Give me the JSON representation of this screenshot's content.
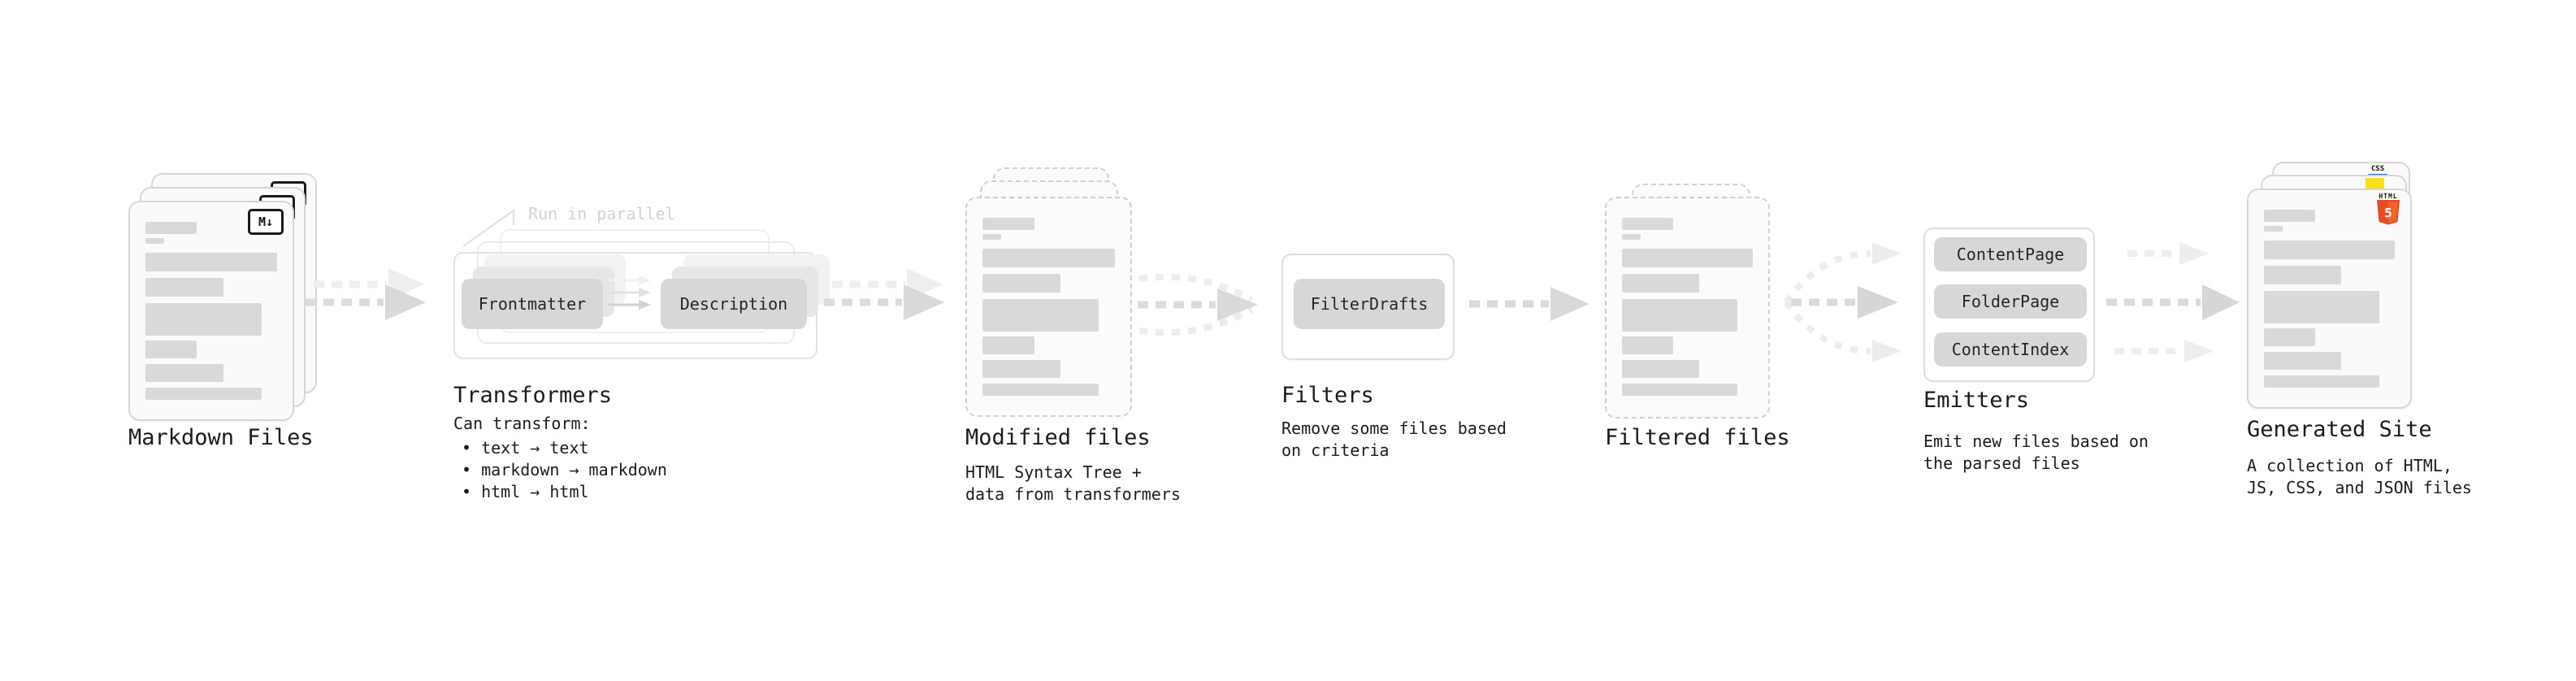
{
  "colors": {
    "text_dark": "#1c1c1c",
    "placeholder_bar": "#d9d9d9",
    "button_gray": "#d7d7d7",
    "arrow_gray": "#d9d9d9",
    "arrow_light": "#ededed",
    "annotation_gray": "#d3d3d3",
    "html5_orange": "#e44d26",
    "js_yellow": "#f7df1e",
    "css_blue": "#2965f1"
  },
  "pipeline": {
    "markdown_files": {
      "label": "Markdown Files",
      "badge": "M↓"
    },
    "transformers": {
      "label": "Transformers",
      "annotation": "Run in parallel",
      "steps": [
        "Frontmatter",
        "Description"
      ],
      "caption": "Can transform:",
      "bullets": [
        "• text → text",
        "• markdown → markdown",
        "• html → html"
      ]
    },
    "modified_files": {
      "label": "Modified files",
      "caption": "HTML Syntax Tree +\ndata from transformers"
    },
    "filters": {
      "label": "Filters",
      "items": [
        "FilterDrafts"
      ],
      "caption": "Remove some files based\non criteria"
    },
    "filtered_files": {
      "label": "Filtered files"
    },
    "emitters": {
      "label": "Emitters",
      "items": [
        "ContentPage",
        "FolderPage",
        "ContentIndex"
      ],
      "caption": "Emit new files based on\nthe parsed files"
    },
    "generated_site": {
      "label": "Generated Site",
      "caption": "A collection of HTML,\nJS, CSS, and JSON files",
      "badges": {
        "html": "HTML",
        "five": "5",
        "css": "CSS"
      }
    }
  }
}
